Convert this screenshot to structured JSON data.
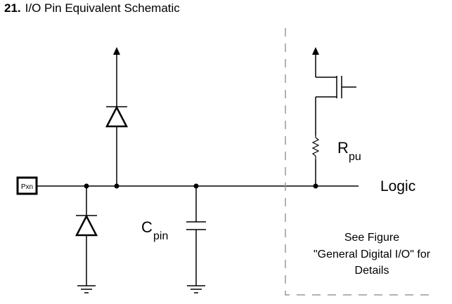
{
  "figure": {
    "number": "21.",
    "title": "I/O Pin Equivalent Schematic"
  },
  "schematic": {
    "pin_label": "Pxn",
    "capacitor_label": "C",
    "capacitor_subscript": "pin",
    "resistor_label": "R",
    "resistor_subscript": "pu",
    "logic_label": "Logic",
    "note_lines": [
      "See Figure",
      "\"General Digital I/O\" for",
      "Details"
    ]
  }
}
